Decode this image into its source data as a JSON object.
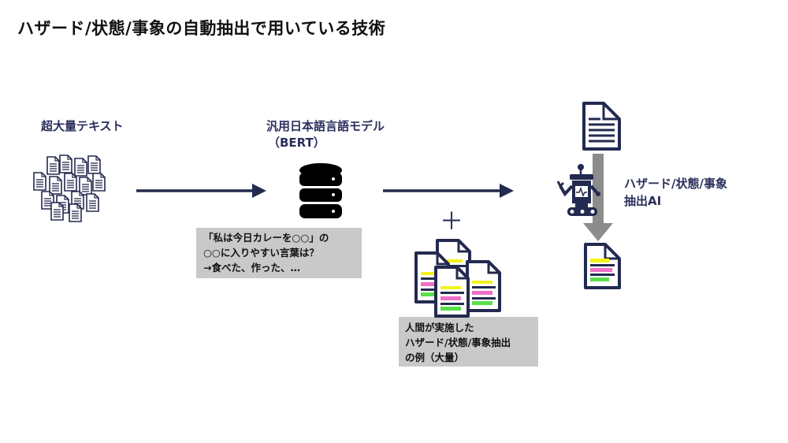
{
  "title": "ハザード/状態/事象の自動抽出で用いている技術",
  "corpus": {
    "label": "超大量テキスト"
  },
  "model": {
    "label_line1": "汎用日本語言語モデル",
    "label_line2": "（BERT）"
  },
  "example_box": {
    "line1": "「私は今日カレーを○○」の",
    "line2": "○○に入りやすい言葉は？",
    "line3": "→食べた、作った、…"
  },
  "plus": "＋",
  "human_box": {
    "line1": "人間が実施した",
    "line2": "ハザード/状態/事象抽出",
    "line3": "の例（大量）"
  },
  "ai": {
    "label_line1": "ハザード/状態/事象",
    "label_line2": "抽出AI"
  },
  "colors": {
    "navy": "#232a4f",
    "highlight_yellow": "#f3f31a",
    "highlight_pink": "#ee6fc7",
    "highlight_green": "#58e04a",
    "gray_arrow": "#8c8c8c",
    "box_gray": "#c9c9c9"
  }
}
